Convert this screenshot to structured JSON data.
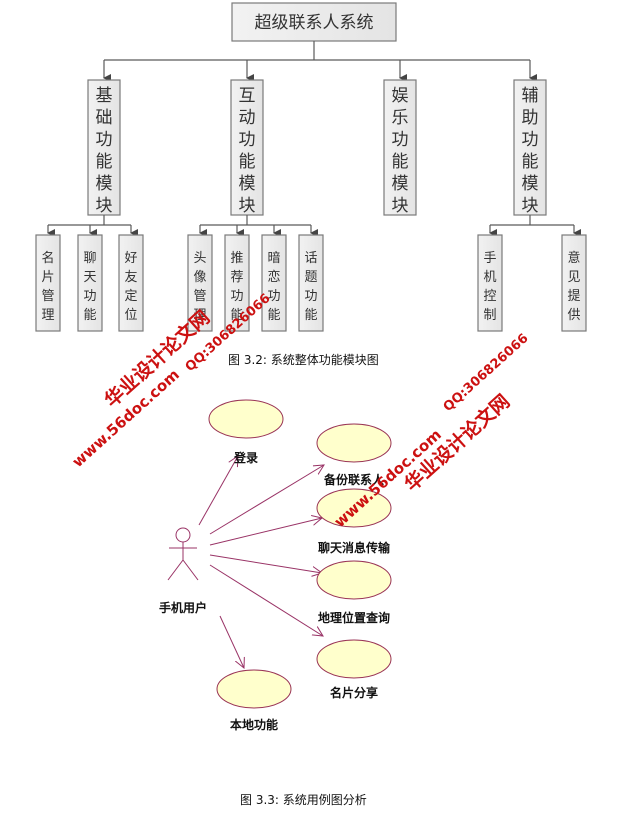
{
  "figure1": {
    "root": "超级联系人系统",
    "modules": [
      {
        "label": "基础功能模块",
        "children": [
          "名片管理",
          "聊天功能",
          "好友定位"
        ]
      },
      {
        "label": "互动功能模块",
        "children": [
          "头像管理",
          "推荐功能",
          "暗恋功能",
          "话题功能"
        ]
      },
      {
        "label": "娱乐功能模块",
        "children": []
      },
      {
        "label": "辅助功能模块",
        "children": [
          "手机控制",
          "意见提供"
        ]
      }
    ],
    "caption": "图 3.2: 系统整体功能模块图"
  },
  "figure2": {
    "actor": "手机用户",
    "use_cases": [
      "登录",
      "备份联系人",
      "聊天消息传输",
      "地理位置查询",
      "名片分享",
      "本地功能"
    ],
    "caption": "图 3.3: 系统用例图分析"
  },
  "watermarks": [
    {
      "text": "华业设计论文网"
    },
    {
      "text": "www.56doc.com"
    },
    {
      "text": "QQ:306826066"
    }
  ],
  "colors": {
    "use_case_fill": "#ffffcc",
    "use_case_stroke": "#993355",
    "association": "#993366",
    "watermark": "#cc1111"
  }
}
